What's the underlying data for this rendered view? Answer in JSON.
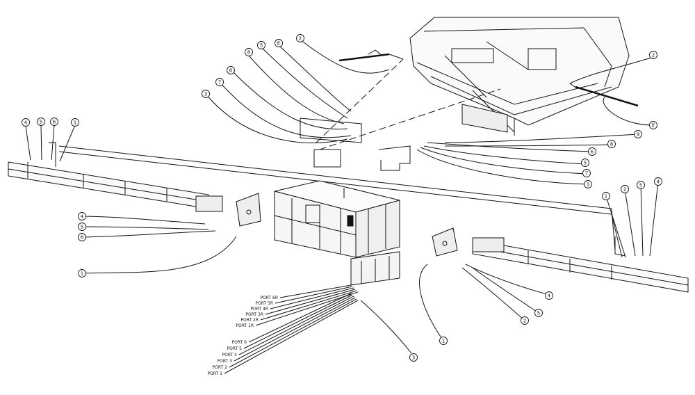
{
  "colors": {
    "ink": "#111111",
    "paper": "#ffffff",
    "fill": "#f4f4f4"
  },
  "callouts": {
    "top_left_4": "4",
    "top_left_5": "5",
    "top_left_6": "6",
    "top_left_1": "1",
    "left_4": "4",
    "left_5": "5",
    "left_6": "6",
    "left_1": "1",
    "top_3": "3",
    "top_7": "7",
    "top_6": "6",
    "top_8": "8",
    "top_5": "5",
    "top_E": "E",
    "top_2": "2",
    "right_2": "2",
    "right_E": "E",
    "right_9": "9",
    "right_8": "8",
    "right_6": "6",
    "right_5": "5",
    "right_7": "7",
    "right_3": "3",
    "rr_1": "1",
    "rr_2": "2",
    "rr_5": "5",
    "rr_4": "4",
    "bottom_4": "4",
    "bottom_5": "5",
    "bottom_2": "2",
    "bottom_1": "1",
    "ports_3": "3"
  },
  "ports": {
    "p6r": "PORT 6R",
    "p5r": "PORT 5R",
    "p4r": "PORT 4R",
    "p3r": "PORT 3R",
    "p2r": "PORT 2R",
    "p1r": "PORT 1R",
    "p6": "PORT 6",
    "p5": "PORT 5",
    "p4": "PORT 4",
    "p3": "PORT 3",
    "p2": "PORT 2",
    "p1": "PORT 1"
  }
}
